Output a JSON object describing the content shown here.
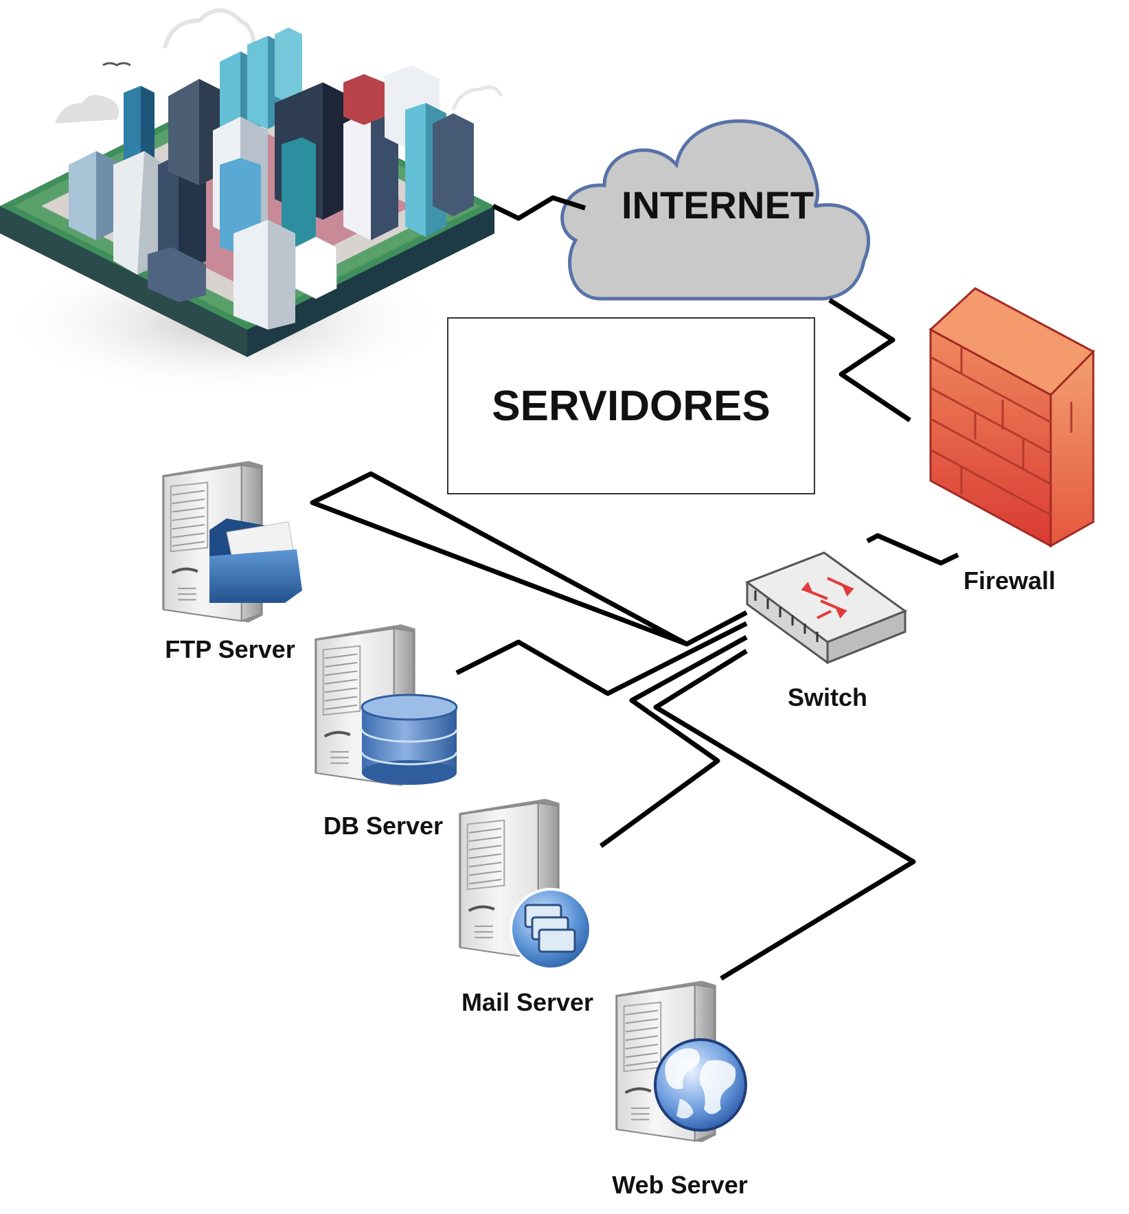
{
  "cloud": {
    "label": "INTERNET",
    "fill": "#c9c9c9",
    "stroke": "#5872a8"
  },
  "box": {
    "label": "SERVIDORES"
  },
  "devices": {
    "firewall": {
      "label": "Firewall",
      "icon": "brick-wall-icon",
      "color": "#e8533f"
    },
    "switch": {
      "label": "Switch",
      "icon": "network-switch-icon"
    },
    "ftp": {
      "label": "FTP Server",
      "icon": "folder-icon",
      "color": "#3d73b4"
    },
    "db": {
      "label": "DB Server",
      "icon": "database-icon",
      "color": "#4878b8"
    },
    "mail": {
      "label": "Mail Server",
      "icon": "mail-windows-icon",
      "color": "#3e7dc6"
    },
    "web": {
      "label": "Web Server",
      "icon": "globe-icon",
      "color": "#3a6fc0"
    }
  },
  "city": {
    "icon": "isometric-city-icon"
  }
}
